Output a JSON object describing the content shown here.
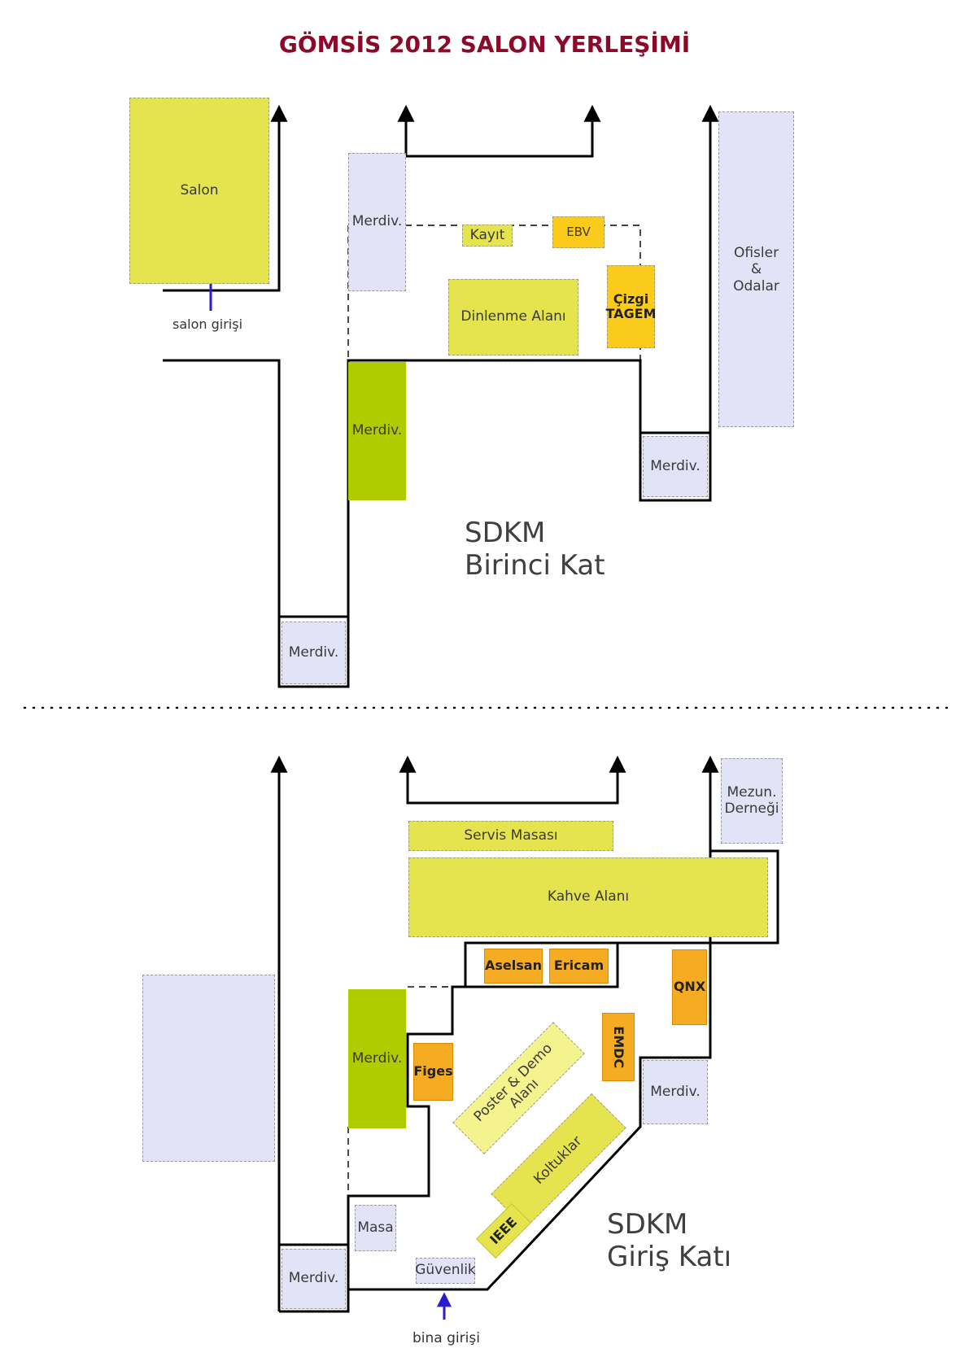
{
  "title": "GÖMSİS 2012 SALON YERLEŞİMİ",
  "floor1": {
    "caption_line1": "SDKM",
    "caption_line2": "Birinci Kat",
    "salon": "Salon",
    "salon_entrance": "salon girişi",
    "stairs": "Merdiv.",
    "registration": "Kayıt",
    "ebv": "EBV",
    "lounge": "Dinlenme Alanı",
    "cizgi_line1": "Çizgi",
    "cizgi_line2": "TAGEM",
    "offices_line1": "Ofisler",
    "offices_line2": "&",
    "offices_line3": "Odalar"
  },
  "floor2": {
    "caption_line1": "SDKM",
    "caption_line2": "Giriş Katı",
    "alumni_line1": "Mezun.",
    "alumni_line2": "Derneği",
    "service_desk": "Servis Masası",
    "coffee": "Kahve Alanı",
    "aselsan": "Aselsan",
    "ericam": "Ericam",
    "qnx": "QNX",
    "stairs": "Merdiv.",
    "figes": "Figes",
    "emdc": "EMDC",
    "poster_line1": "Poster & Demo",
    "poster_line2": "Alanı",
    "seats": "Koltuklar",
    "ieee": "IEEE",
    "desk": "Masa",
    "security": "Güvenlik",
    "building_entrance": "bina girişi"
  },
  "colors": {
    "title": "#8b0a2a",
    "lavender": "#e3e3f8",
    "yellow": "#e5e44e",
    "light_yellow": "#f5f38e",
    "gold": "#fbcb1c",
    "orange": "#f6ac22",
    "green": "#afcc00",
    "entrance_arrow": "#2a1ad0"
  }
}
